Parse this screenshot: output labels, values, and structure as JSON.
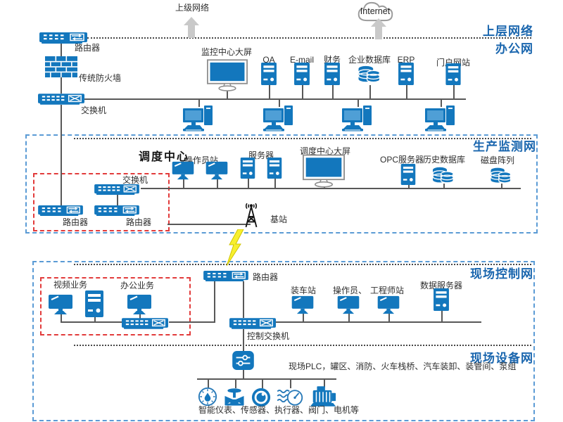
{
  "palette": {
    "icon_blue": "#1377bd",
    "zone_label_blue": "#1a66ae",
    "zone_border_blue": "#5b9bd5",
    "red_dashed_border": "#e23b3b",
    "connector_gray": "#585858",
    "arrow_gray": "#c9c9c9",
    "lightning_yellow": "#f7ef2f",
    "base_station_black": "#141414"
  },
  "upper": {
    "superior_network": "上级网络",
    "internet": "Internet",
    "zone_upper": "上层网络",
    "zone_office": "办公网"
  },
  "office": {
    "router": "路由器",
    "firewall": "传统防火墙",
    "switch": "交换机",
    "video_wall": "监控中心大屏",
    "servers": [
      {
        "label": "OA"
      },
      {
        "label": "E-mail"
      },
      {
        "label": "财务"
      },
      {
        "label": "企业数据库"
      },
      {
        "label": "ERP"
      },
      {
        "label": "门户网站"
      }
    ]
  },
  "monitoring": {
    "zone": "生产监测网",
    "dispatch_center": "调度中心",
    "switch": "交换机",
    "router_left": "路由器",
    "router_right": "路由器",
    "operator_station": "操作员站",
    "server": "服务器",
    "big_screen": "调度中心大屏",
    "opc_server": "OPC服务器",
    "history_db": "历史数据库",
    "disk_array": "磁盘阵列",
    "base_station": "基站"
  },
  "control": {
    "zone": "现场控制网",
    "router": "路由器",
    "video_service": "视频业务",
    "office_service": "办公业务",
    "control_switch": "控制交换机",
    "loading_station": "装车站",
    "operator": "操作员、",
    "engineer_station": "工程师站",
    "data_server": "数据服务器"
  },
  "device": {
    "zone": "现场设备网",
    "site_text": "现场PLC，罐区、消防、火车栈桥、汽车装卸、装管间、泵组",
    "instrument_text": "智能仪表、传感器、执行器、阀门、电机等"
  }
}
